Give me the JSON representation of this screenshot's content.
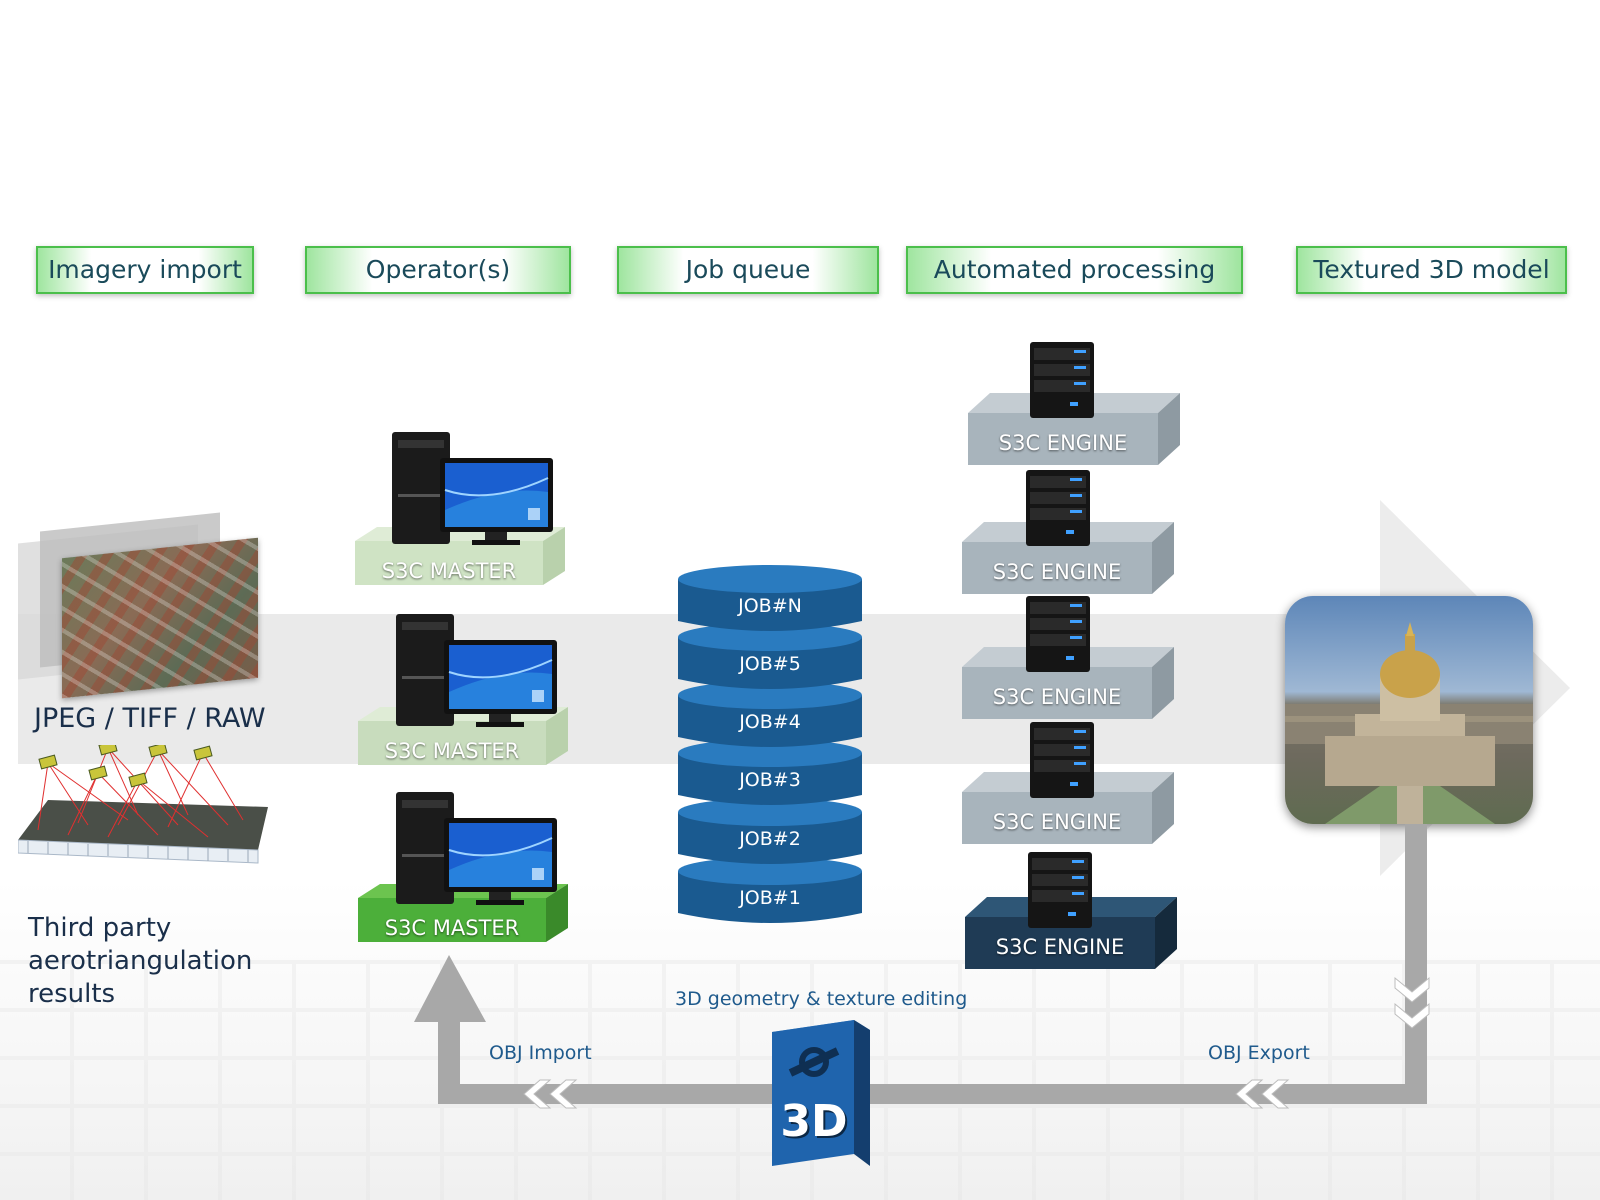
{
  "headers": {
    "imagery_import": "Imagery import",
    "operators": "Operator(s)",
    "job_queue": "Job queue",
    "automated_processing": "Automated processing",
    "textured_model": "Textured 3D model"
  },
  "left": {
    "formats": "JPEG / TIFF / RAW",
    "third_party_line1": "Third party",
    "third_party_line2": "aerotriangulation",
    "third_party_line3": "results"
  },
  "masters": [
    "S3C MASTER",
    "S3C MASTER",
    "S3C MASTER"
  ],
  "jobs": [
    "JOB#N",
    "JOB#5",
    "JOB#4",
    "JOB#3",
    "JOB#2",
    "JOB#1"
  ],
  "engines": [
    "S3C ENGINE",
    "S3C ENGINE",
    "S3C ENGINE",
    "S3C ENGINE",
    "S3C ENGINE"
  ],
  "bottom": {
    "editing": "3D geometry & texture editing",
    "obj_import": "OBJ Import",
    "obj_export": "OBJ Export",
    "logo_text": "3D"
  },
  "colors": {
    "header_border": "#4bbf4b",
    "header_text": "#1a4a5a",
    "master_light": "#cfe3c4",
    "master_active": "#4caf3a",
    "engine_gray": "#a8b4bc",
    "engine_dark": "#1f3b55",
    "job_blue": "#1e6aa5",
    "flow_gray": "#a8a8a8"
  }
}
